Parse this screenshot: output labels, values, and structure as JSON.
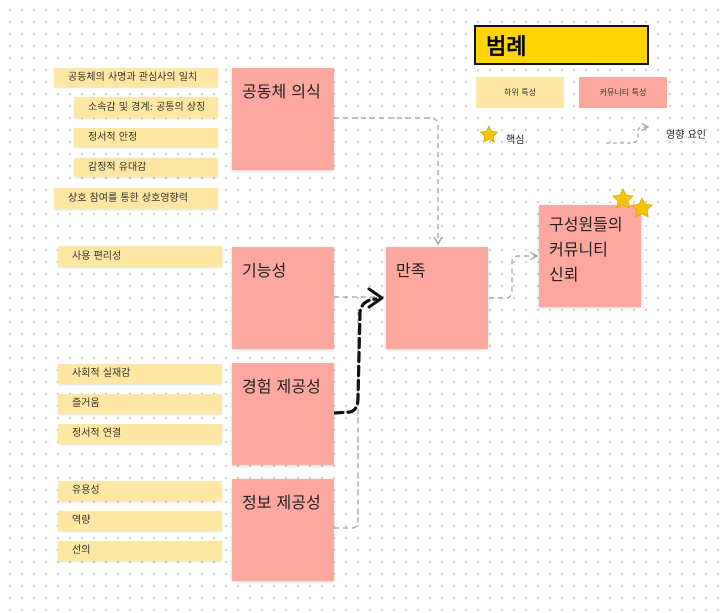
{
  "legend": {
    "title": "범례",
    "sub_feature": "하위 특성",
    "community_feature": "커뮤니티 특성",
    "core": "핵심",
    "influence": "영향 요인"
  },
  "sub_features": [
    "공동체의 사명과 관심사의 일치",
    "소속감 및 경계: 공통의 상징",
    "정서적 안정",
    "감정적 유대감",
    "상호 참여를 통한 상호영향력",
    "사용 편리성",
    "사회적 실재감",
    "즐거움",
    "정서적 연결",
    "유용성",
    "역량",
    "선의"
  ],
  "community_features": {
    "community_sense": "공동체 의식",
    "usability": "기능성",
    "experience": "경험 제공성",
    "information": "정보 제공성",
    "satisfaction": "만족",
    "trust": "구성원들의\n커뮤니티\n신뢰"
  },
  "colors": {
    "sub_feature": "#fde7a3",
    "community_feature": "#fca89e",
    "legend_title_bg": "#ffd400",
    "star": "#f6c500",
    "connector": "#aaaaaa",
    "core_connector": "#111111"
  }
}
